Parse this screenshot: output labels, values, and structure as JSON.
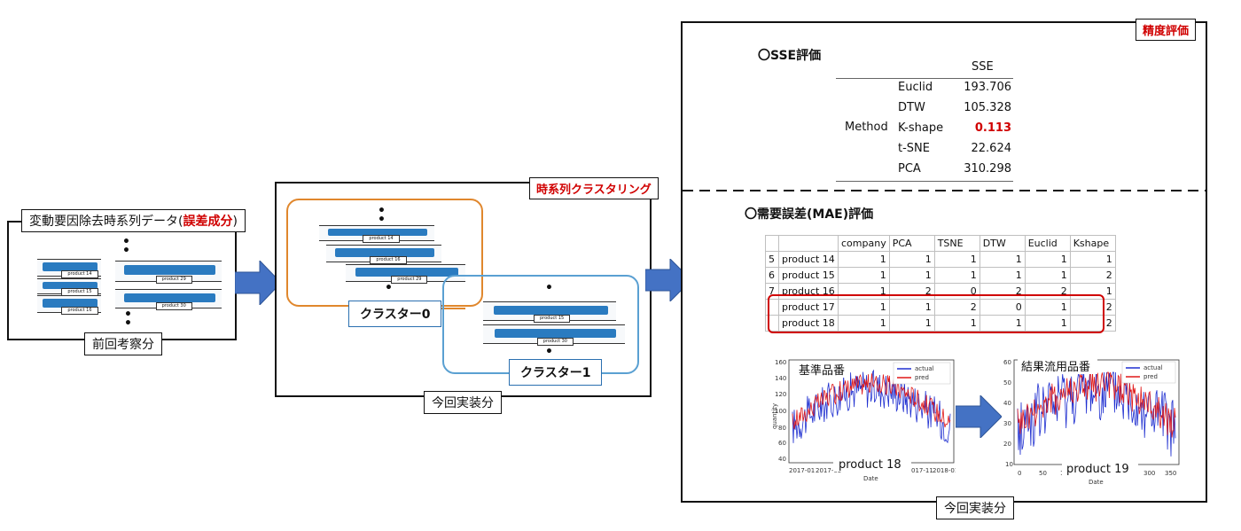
{
  "colors": {
    "accent_red": "#d00000",
    "arrow_blue": "#4472c4",
    "cluster0_border": "#e0872d",
    "cluster1_border": "#5aa0d2",
    "series_blue": "#2a7bc0"
  },
  "left_panel": {
    "title_prefix": "変動要因除去時系列データ(",
    "title_highlight": "誤差成分",
    "title_suffix": ")",
    "caption": "前回考察分",
    "plots": [
      "product 14",
      "product 15",
      "product 16",
      "product 29",
      "product 30"
    ]
  },
  "clustering_panel": {
    "title": "時系列クラスタリング",
    "caption": "今回実装分",
    "cluster0": {
      "label": "クラスター0",
      "plots": [
        "product 14",
        "product 16",
        "product 29"
      ]
    },
    "cluster1": {
      "label": "クラスター1",
      "plots": [
        "product 15",
        "product 30"
      ]
    }
  },
  "eval_panel": {
    "title": "精度評価",
    "caption": "今回実装分",
    "sse_heading": "〇SSE評価",
    "sse_table": {
      "col_header": "SSE",
      "row_group": "Method",
      "rows": [
        {
          "method": "Euclid",
          "value": "193.706"
        },
        {
          "method": "DTW",
          "value": "105.328"
        },
        {
          "method": "K-shape",
          "value": "0.113"
        },
        {
          "method": "t-SNE",
          "value": "22.624"
        },
        {
          "method": "PCA",
          "value": "310.298"
        }
      ]
    },
    "mae_heading": "〇需要誤差(MAE)評価",
    "mae_table": {
      "headers": [
        "company",
        "PCA",
        "TSNE",
        "DTW",
        "Euclid",
        "Kshape"
      ],
      "rows": [
        {
          "idx": "5",
          "name": "product 14",
          "values": [
            "1",
            "1",
            "1",
            "1",
            "1",
            "1"
          ]
        },
        {
          "idx": "6",
          "name": "product 15",
          "values": [
            "1",
            "1",
            "1",
            "1",
            "1",
            "2"
          ]
        },
        {
          "idx": "7",
          "name": "product 16",
          "values": [
            "1",
            "2",
            "0",
            "2",
            "2",
            "1"
          ]
        },
        {
          "idx": "",
          "name": "product 17",
          "values": [
            "1",
            "1",
            "2",
            "0",
            "1",
            "2"
          ]
        },
        {
          "idx": "",
          "name": "product 18",
          "values": [
            "1",
            "1",
            "1",
            "1",
            "1",
            "2"
          ]
        }
      ]
    },
    "chart_left": {
      "title": "基準品番",
      "product": "product 18",
      "ylabel": "quantity",
      "xlabel": "Date",
      "yticks": [
        "160",
        "140",
        "120",
        "100",
        "80",
        "60",
        "40"
      ],
      "xticks": [
        "2017-01",
        "2017-03",
        "017-11",
        "2018-01"
      ],
      "legend": [
        "actual",
        "pred"
      ]
    },
    "chart_right": {
      "title": "結果流用品番",
      "product": "product 19",
      "xlabel": "Date",
      "yticks": [
        "60",
        "50",
        "40",
        "30",
        "20",
        "10"
      ],
      "xticks": [
        "0",
        "50",
        "10",
        "300",
        "350"
      ],
      "legend": [
        "actual",
        "pred"
      ]
    }
  }
}
